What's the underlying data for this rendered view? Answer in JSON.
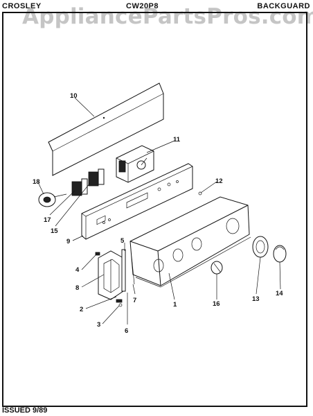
{
  "header": {
    "brand": "CROSLEY",
    "model": "CW20P8",
    "section": "BACKGUARD"
  },
  "watermark": "AppliancePartsPros.com",
  "footer": {
    "issued": "ISSUED 9/89"
  },
  "callouts": [
    "1",
    "2",
    "3",
    "4",
    "5",
    "6",
    "7",
    "8",
    "9",
    "10",
    "11",
    "12",
    "13",
    "14",
    "15",
    "16",
    "17",
    "18"
  ]
}
